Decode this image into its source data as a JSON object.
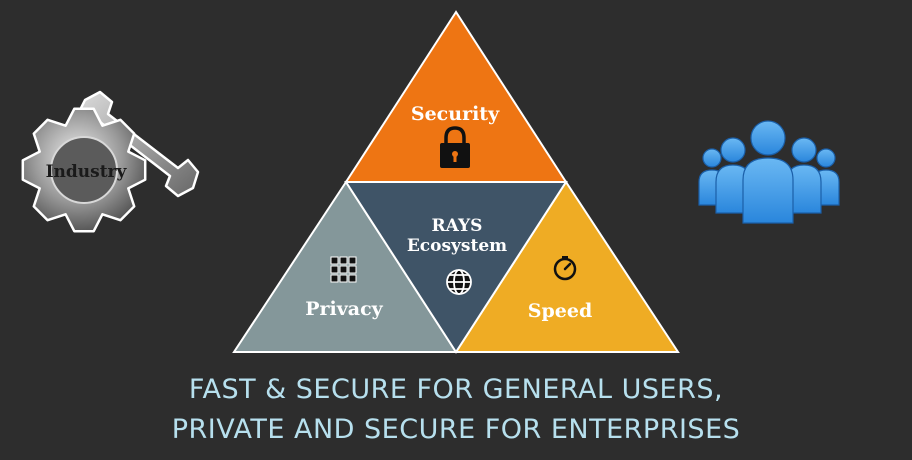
{
  "industry": {
    "label": "Industry",
    "icon": "gear-wrench-icon"
  },
  "users": {
    "icon": "user-group-icon",
    "color": "#2e8ee0"
  },
  "pyramid": {
    "top": {
      "label": "Security",
      "icon": "lock-icon",
      "color": "#ee7513"
    },
    "center": {
      "label_line1": "RAYS",
      "label_line2": "Ecosystem",
      "icon": "globe-icon",
      "color": "#3f5467"
    },
    "left": {
      "label": "Privacy",
      "icon": "grid-icon",
      "color": "#84979a"
    },
    "right": {
      "label": "Speed",
      "icon": "stopwatch-icon",
      "color": "#efac24"
    }
  },
  "caption": {
    "line1": "FAST & SECURE FOR GENERAL USERS,",
    "line2": "PRIVATE AND SECURE FOR ENTERPRISES"
  }
}
